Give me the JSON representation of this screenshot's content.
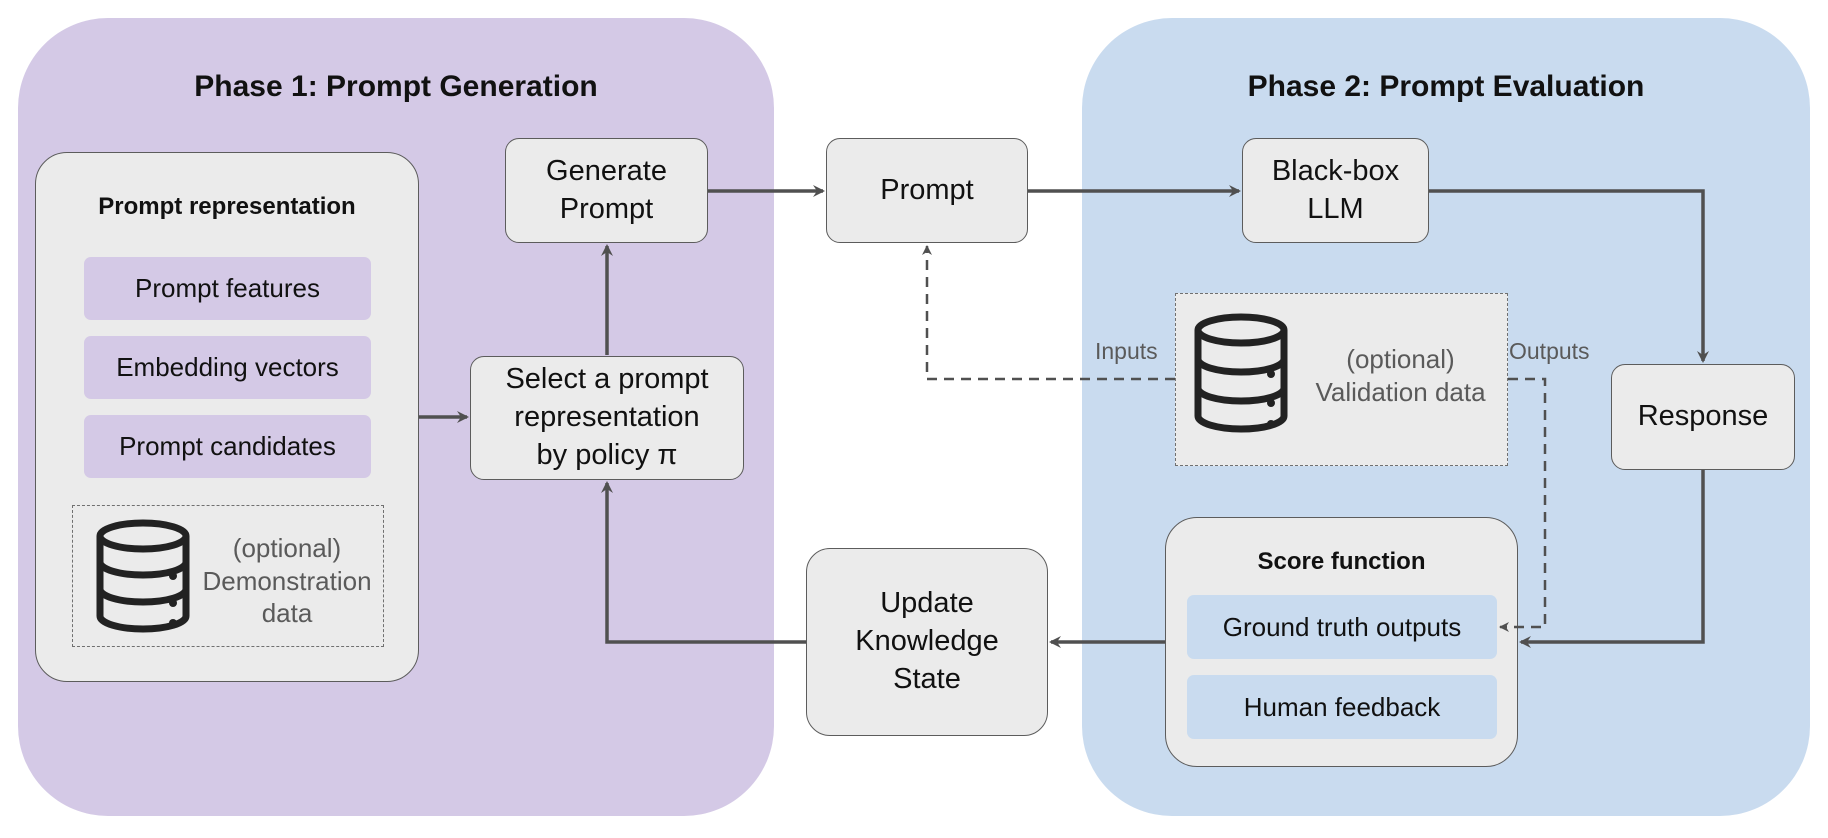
{
  "phase1": {
    "title": "Phase 1: Prompt Generation",
    "representation_panel": {
      "title": "Prompt representation",
      "items": [
        "Prompt features",
        "Embedding vectors",
        "Prompt candidates"
      ],
      "demo_data": "(optional)\nDemonstration\ndata"
    },
    "select_node": "Select a prompt\nrepresentation\nby policy π",
    "generate_node": "Generate\nPrompt"
  },
  "prompt_node": "Prompt",
  "update_node": "Update\nKnowledge\nState",
  "phase2": {
    "title": "Phase 2: Prompt Evaluation",
    "llm_node": "Black-box\nLLM",
    "response_node": "Response",
    "validation": {
      "text": "(optional)\nValidation data",
      "inputs_label": "Inputs",
      "outputs_label": "Outputs"
    },
    "score_panel": {
      "title": "Score function",
      "items": [
        "Ground truth outputs",
        "Human feedback"
      ]
    }
  },
  "icons": [
    "database-icon",
    "database-icon"
  ],
  "colors": {
    "phase1_bg": "#d4c9e6",
    "phase2_bg": "#c9dbef",
    "node_fill": "#ebebeb",
    "arrow": "#505050"
  }
}
